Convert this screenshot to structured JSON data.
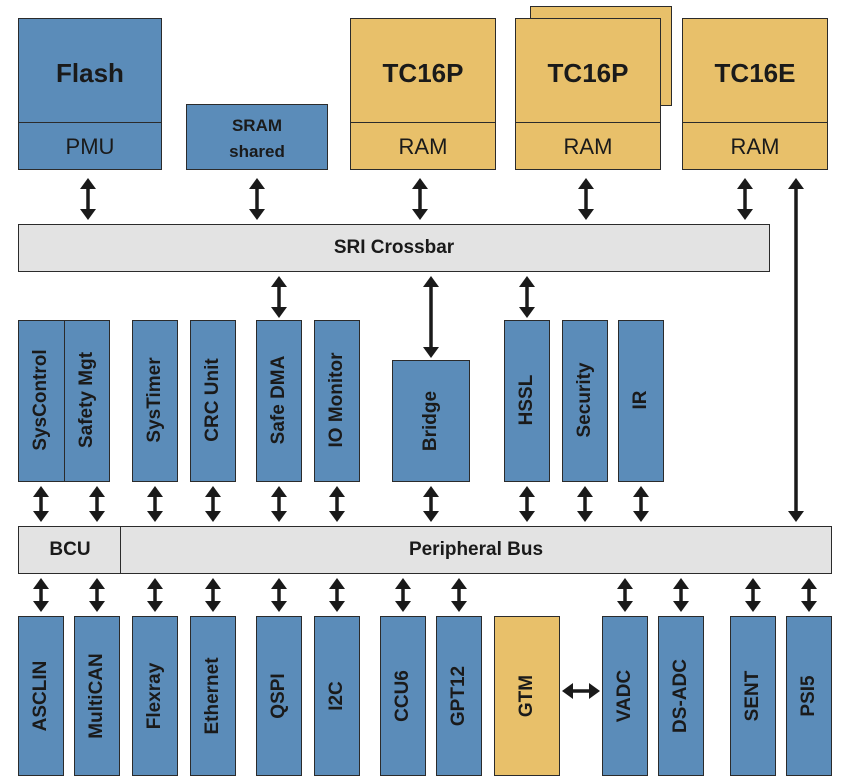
{
  "memories": {
    "flash": {
      "title": "Flash",
      "sub": "PMU"
    },
    "sram": {
      "line1": "SRAM",
      "line2": "shared"
    },
    "tc16p_1": {
      "title": "TC16P",
      "sub": "RAM"
    },
    "tc16p_2": {
      "title": "TC16P",
      "sub": "RAM"
    },
    "tc16e": {
      "title": "TC16E",
      "sub": "RAM"
    }
  },
  "buses": {
    "sri": "SRI Crossbar",
    "bcu": "BCU",
    "peripheral": "Peripheral Bus"
  },
  "middle_modules": [
    "SysControl",
    "Safety Mgt",
    "SysTimer",
    "CRC Unit",
    "Safe DMA",
    "IO Monitor",
    "Bridge",
    "HSSL",
    "Security",
    "IR"
  ],
  "bottom_modules": [
    "ASCLIN",
    "MultiCAN",
    "Flexray",
    "Ethernet",
    "QSPI",
    "I2C",
    "CCU6",
    "GPT12",
    "GTM",
    "VADC",
    "DS-ADC",
    "SENT",
    "PSI5"
  ],
  "colors": {
    "blue": "#5b8cb9",
    "gold": "#e8c06a",
    "gray": "#e3e3e3"
  }
}
